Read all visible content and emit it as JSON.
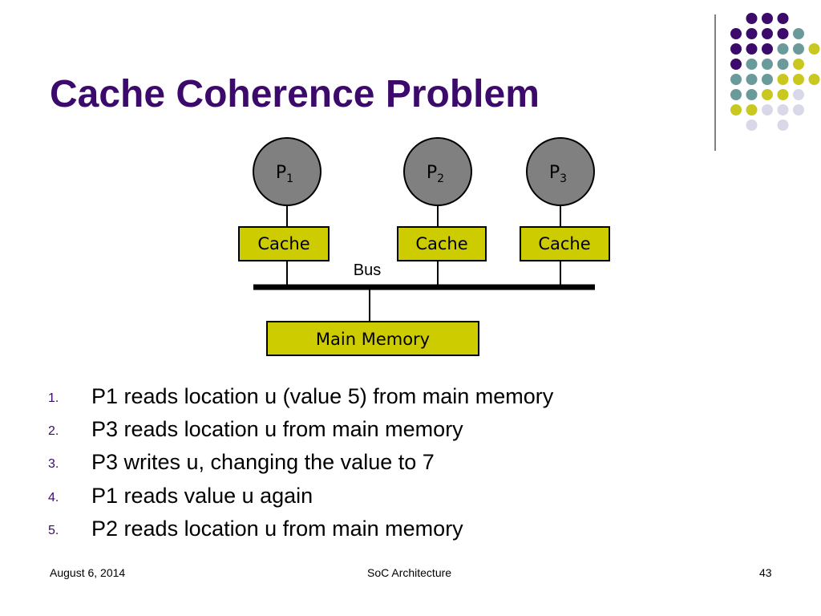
{
  "slide": {
    "title": "Cache Coherence Problem"
  },
  "diagram": {
    "processors": [
      {
        "name": "P",
        "sub": "1"
      },
      {
        "name": "P",
        "sub": "2"
      },
      {
        "name": "P",
        "sub": "3"
      }
    ],
    "cache_label": "Cache",
    "bus_label": "Bus",
    "memory_label": "Main Memory"
  },
  "steps": [
    {
      "num": "1.",
      "text": "P1 reads location u (value 5) from main memory"
    },
    {
      "num": "2.",
      "text": "P3 reads location u from main memory"
    },
    {
      "num": "3.",
      "text": "P3 writes u, changing the value to 7"
    },
    {
      "num": "4.",
      "text": "P1 reads value u again"
    },
    {
      "num": "5.",
      "text": "P2 reads location u from main memory"
    }
  ],
  "footer": {
    "date": "August 6, 2014",
    "center": "SoC Architecture",
    "page": "43"
  },
  "colors": {
    "title": "#3b0a6b",
    "processor_fill": "#808080",
    "cache_fill": "#cccc00",
    "dot_purple": "#3b0a6b",
    "dot_teal": "#6a9a9a",
    "dot_yellow": "#c8c820",
    "dot_lavender": "#d8d8e8"
  }
}
